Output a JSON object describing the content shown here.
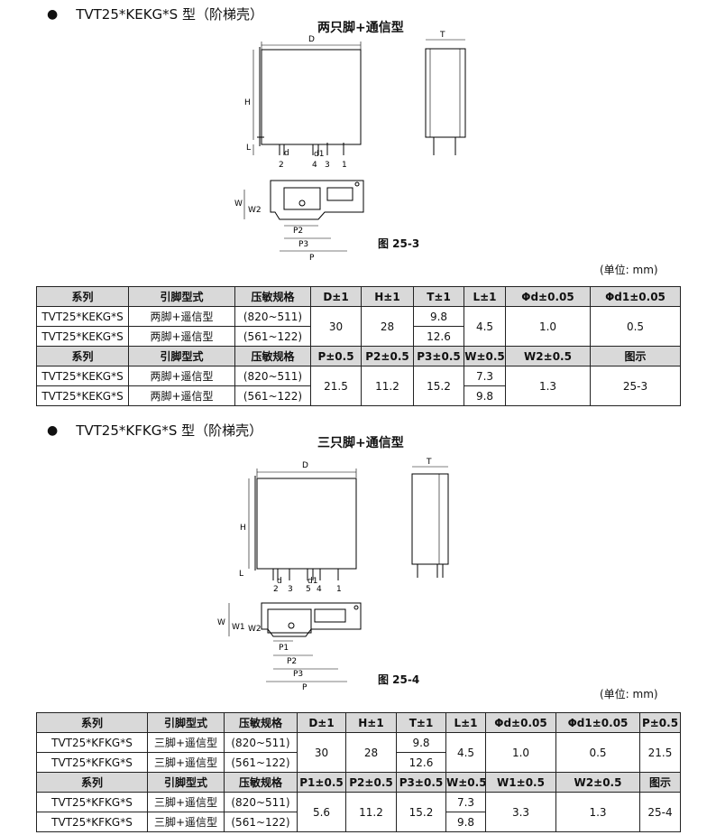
{
  "sections": [
    {
      "bullet": "●",
      "heading_model": "TVT25*KEKG*S",
      "heading_suffix": " 型（阶梯壳）",
      "center_title": "两只脚+通信型",
      "figure_caption": "图 25-3",
      "unit_note": "(单位: mm)",
      "diagram_labels": {
        "D": "D",
        "T": "T",
        "H": "H",
        "L": "L",
        "d": "d",
        "d1": "d1",
        "W": "W",
        "W2": "W2",
        "P2": "P2",
        "P3": "P3",
        "P": "P",
        "pin_numbers": [
          "2",
          "4",
          "3",
          "1"
        ]
      },
      "table": {
        "header1": [
          "系列",
          "引脚型式",
          "压敏规格",
          "D±1",
          "H±1",
          "T±1",
          "L±1",
          "Φd±0.05",
          "Φd1±0.05"
        ],
        "rows1": [
          {
            "series": "TVT25*KEKG*S",
            "pin": "两脚+遥信型",
            "varistor": "(820~511)",
            "D": "30",
            "H": "28",
            "T": "9.8",
            "L": "4.5",
            "d": "1.0",
            "d1": "0.5"
          },
          {
            "series": "TVT25*KEKG*S",
            "pin": "两脚+遥信型",
            "varistor": "(561~122)",
            "T": "12.6"
          }
        ],
        "header2": [
          "系列",
          "引脚型式",
          "压敏规格",
          "P±0.5",
          "P2±0.5",
          "P3±0.5",
          "W±0.5",
          "W2±0.5",
          "图示"
        ],
        "rows2": [
          {
            "series": "TVT25*KEKG*S",
            "pin": "两脚+遥信型",
            "varistor": "(820~511)",
            "P": "21.5",
            "P2": "11.2",
            "P3": "15.2",
            "W": "7.3",
            "W2": "1.3",
            "fig": "25-3"
          },
          {
            "series": "TVT25*KEKG*S",
            "pin": "两脚+遥信型",
            "varistor": "(561~122)",
            "W": "9.8"
          }
        ]
      }
    },
    {
      "bullet": "●",
      "heading_model": "TVT25*KFKG*S",
      "heading_suffix": " 型（阶梯壳）",
      "center_title": "三只脚+通信型",
      "figure_caption": "图 25-4",
      "unit_note": "(单位: mm)",
      "diagram_labels": {
        "D": "D",
        "T": "T",
        "H": "H",
        "L": "L",
        "d": "d",
        "d1": "d1",
        "W": "W",
        "W1": "W1",
        "W2": "W2",
        "P1": "P1",
        "P2": "P2",
        "P3": "P3",
        "P": "P",
        "pin_numbers": [
          "2",
          "3",
          "5",
          "4",
          "1"
        ]
      },
      "table": {
        "header1": [
          "系列",
          "引脚型式",
          "压敏规格",
          "D±1",
          "H±1",
          "T±1",
          "L±1",
          "Φd±0.05",
          "Φd1±0.05",
          "P±0.5"
        ],
        "rows1": [
          {
            "series": "TVT25*KFKG*S",
            "pin": "三脚+遥信型",
            "varistor": "(820~511)",
            "D": "30",
            "H": "28",
            "T": "9.8",
            "L": "4.5",
            "d": "1.0",
            "d1": "0.5",
            "P": "21.5"
          },
          {
            "series": "TVT25*KFKG*S",
            "pin": "三脚+遥信型",
            "varistor": "(561~122)",
            "T": "12.6"
          }
        ],
        "header2": [
          "系列",
          "引脚型式",
          "压敏规格",
          "P1±0.5",
          "P2±0.5",
          "P3±0.5",
          "W±0.5",
          "W1±0.5",
          "W2±0.5",
          "图示"
        ],
        "rows2": [
          {
            "series": "TVT25*KFKG*S",
            "pin": "三脚+遥信型",
            "varistor": "(820~511)",
            "P1": "5.6",
            "P2": "11.2",
            "P3": "15.2",
            "W": "7.3",
            "W1": "3.3",
            "W2": "1.3",
            "fig": "25-4"
          },
          {
            "series": "TVT25*KFKG*S",
            "pin": "三脚+遥信型",
            "varistor": "(561~122)",
            "W": "9.8"
          }
        ]
      }
    }
  ]
}
